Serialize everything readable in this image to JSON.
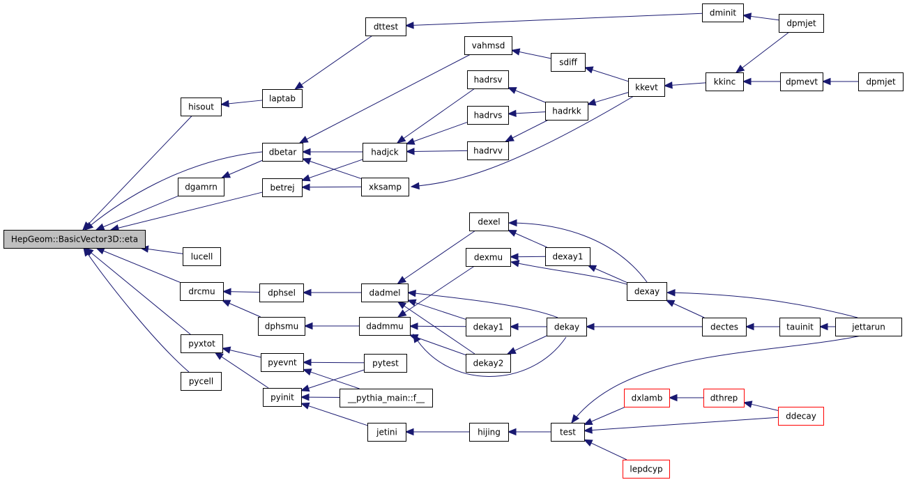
{
  "graph_type": "caller graph",
  "nodes": [
    {
      "id": "eta",
      "label": "HepGeom::BasicVector3D::eta",
      "style": "root"
    },
    {
      "id": "hisout",
      "label": "hisout"
    },
    {
      "id": "dgamrn",
      "label": "dgamrn"
    },
    {
      "id": "lucell",
      "label": "lucell"
    },
    {
      "id": "drcmu",
      "label": "drcmu"
    },
    {
      "id": "pyxtot",
      "label": "pyxtot"
    },
    {
      "id": "pycell",
      "label": "pycell"
    },
    {
      "id": "laptab",
      "label": "laptab"
    },
    {
      "id": "dbetar",
      "label": "dbetar"
    },
    {
      "id": "betrej",
      "label": "betrej"
    },
    {
      "id": "dphsel",
      "label": "dphsel"
    },
    {
      "id": "dphsmu",
      "label": "dphsmu"
    },
    {
      "id": "pyevnt",
      "label": "pyevnt"
    },
    {
      "id": "pyinit",
      "label": "pyinit"
    },
    {
      "id": "dttest",
      "label": "dttest"
    },
    {
      "id": "vahmsd",
      "label": "vahmsd"
    },
    {
      "id": "hadjck",
      "label": "hadjck"
    },
    {
      "id": "xksamp",
      "label": "xksamp"
    },
    {
      "id": "dexel",
      "label": "dexel"
    },
    {
      "id": "dexmu",
      "label": "dexmu"
    },
    {
      "id": "dadmel",
      "label": "dadmel"
    },
    {
      "id": "dadmmu",
      "label": "dadmmu"
    },
    {
      "id": "pytest",
      "label": "pytest"
    },
    {
      "id": "pythia_main",
      "label": "__pythia_main::f__"
    },
    {
      "id": "jetini",
      "label": "jetini"
    },
    {
      "id": "hadrsv",
      "label": "hadrsv"
    },
    {
      "id": "hadrvs",
      "label": "hadrvs"
    },
    {
      "id": "hadrvv",
      "label": "hadrvv"
    },
    {
      "id": "sdiff",
      "label": "sdiff"
    },
    {
      "id": "dexay1",
      "label": "dexay1"
    },
    {
      "id": "dekay1",
      "label": "dekay1"
    },
    {
      "id": "dekay2",
      "label": "dekay2"
    },
    {
      "id": "hijing",
      "label": "hijing"
    },
    {
      "id": "hadrkk",
      "label": "hadrkk"
    },
    {
      "id": "dekay",
      "label": "dekay"
    },
    {
      "id": "test",
      "label": "test"
    },
    {
      "id": "kkevt",
      "label": "kkevt"
    },
    {
      "id": "dexay",
      "label": "dexay"
    },
    {
      "id": "dxlamb",
      "label": "dxlamb",
      "style": "red"
    },
    {
      "id": "lepdcyp",
      "label": "lepdcyp",
      "style": "red"
    },
    {
      "id": "dminit",
      "label": "dminit"
    },
    {
      "id": "dectes",
      "label": "dectes"
    },
    {
      "id": "dthrep",
      "label": "dthrep",
      "style": "red"
    },
    {
      "id": "kkinc",
      "label": "kkinc"
    },
    {
      "id": "dpmjet_top",
      "label": "dpmjet"
    },
    {
      "id": "dpmevt",
      "label": "dpmevt"
    },
    {
      "id": "tauinit",
      "label": "tauinit"
    },
    {
      "id": "ddecay",
      "label": "ddecay",
      "style": "red"
    },
    {
      "id": "dpmjet_right",
      "label": "dpmjet"
    },
    {
      "id": "jettarun",
      "label": "jettarun"
    }
  ],
  "edges": [
    [
      "hisout",
      "eta"
    ],
    [
      "dgamrn",
      "eta"
    ],
    [
      "dbetar",
      "eta"
    ],
    [
      "betrej",
      "eta"
    ],
    [
      "lucell",
      "eta"
    ],
    [
      "drcmu",
      "eta"
    ],
    [
      "pyxtot",
      "eta"
    ],
    [
      "pycell",
      "eta"
    ],
    [
      "laptab",
      "hisout"
    ],
    [
      "dttest",
      "laptab"
    ],
    [
      "dminit",
      "dttest"
    ],
    [
      "dpmjet_top",
      "dminit"
    ],
    [
      "dbetar",
      "dgamrn"
    ],
    [
      "vahmsd",
      "dbetar"
    ],
    [
      "hadjck",
      "dbetar"
    ],
    [
      "xksamp",
      "dbetar"
    ],
    [
      "sdiff",
      "vahmsd"
    ],
    [
      "kkevt",
      "sdiff"
    ],
    [
      "kkinc",
      "kkevt"
    ],
    [
      "dpmjet_top",
      "kkinc"
    ],
    [
      "dpmevt",
      "kkinc"
    ],
    [
      "dpmjet_right",
      "dpmevt"
    ],
    [
      "hadrsv",
      "hadjck"
    ],
    [
      "hadrvs",
      "hadjck"
    ],
    [
      "hadrvv",
      "hadjck"
    ],
    [
      "hadrkk",
      "hadrsv"
    ],
    [
      "hadrkk",
      "hadrvs"
    ],
    [
      "hadrkk",
      "hadrvv"
    ],
    [
      "kkevt",
      "hadrkk"
    ],
    [
      "hadjck",
      "betrej"
    ],
    [
      "xksamp",
      "betrej"
    ],
    [
      "kkevt",
      "xksamp"
    ],
    [
      "dphsel",
      "drcmu"
    ],
    [
      "dphsmu",
      "drcmu"
    ],
    [
      "dadmel",
      "dphsel"
    ],
    [
      "dadmmu",
      "dphsmu"
    ],
    [
      "dexel",
      "dadmel"
    ],
    [
      "dexay1",
      "dexel"
    ],
    [
      "dexay",
      "dexel"
    ],
    [
      "dexmu",
      "dadmmu"
    ],
    [
      "dexay1",
      "dexmu"
    ],
    [
      "dexay",
      "dexmu"
    ],
    [
      "dexay",
      "dexay1"
    ],
    [
      "dectes",
      "dexay"
    ],
    [
      "jettarun",
      "dexay"
    ],
    [
      "dekay1",
      "dadmel"
    ],
    [
      "dekay2",
      "dadmel"
    ],
    [
      "dekay",
      "dadmel"
    ],
    [
      "dekay1",
      "dadmmu"
    ],
    [
      "dekay2",
      "dadmmu"
    ],
    [
      "dekay",
      "dadmmu"
    ],
    [
      "dekay",
      "dekay1"
    ],
    [
      "dekay",
      "dekay2"
    ],
    [
      "dectes",
      "dekay"
    ],
    [
      "tauinit",
      "dectes"
    ],
    [
      "jettarun",
      "tauinit"
    ],
    [
      "pyevnt",
      "pyxtot"
    ],
    [
      "pyinit",
      "pyxtot"
    ],
    [
      "pytest",
      "pyevnt"
    ],
    [
      "pythia_main",
      "pyevnt"
    ],
    [
      "pytest",
      "pyinit"
    ],
    [
      "pythia_main",
      "pyinit"
    ],
    [
      "jetini",
      "pyinit"
    ],
    [
      "hijing",
      "jetini"
    ],
    [
      "test",
      "hijing"
    ],
    [
      "jettarun",
      "test"
    ],
    [
      "dxlamb",
      "test"
    ],
    [
      "ddecay",
      "test"
    ],
    [
      "lepdcyp",
      "test"
    ],
    [
      "dthrep",
      "dxlamb"
    ],
    [
      "ddecay",
      "dthrep"
    ]
  ]
}
